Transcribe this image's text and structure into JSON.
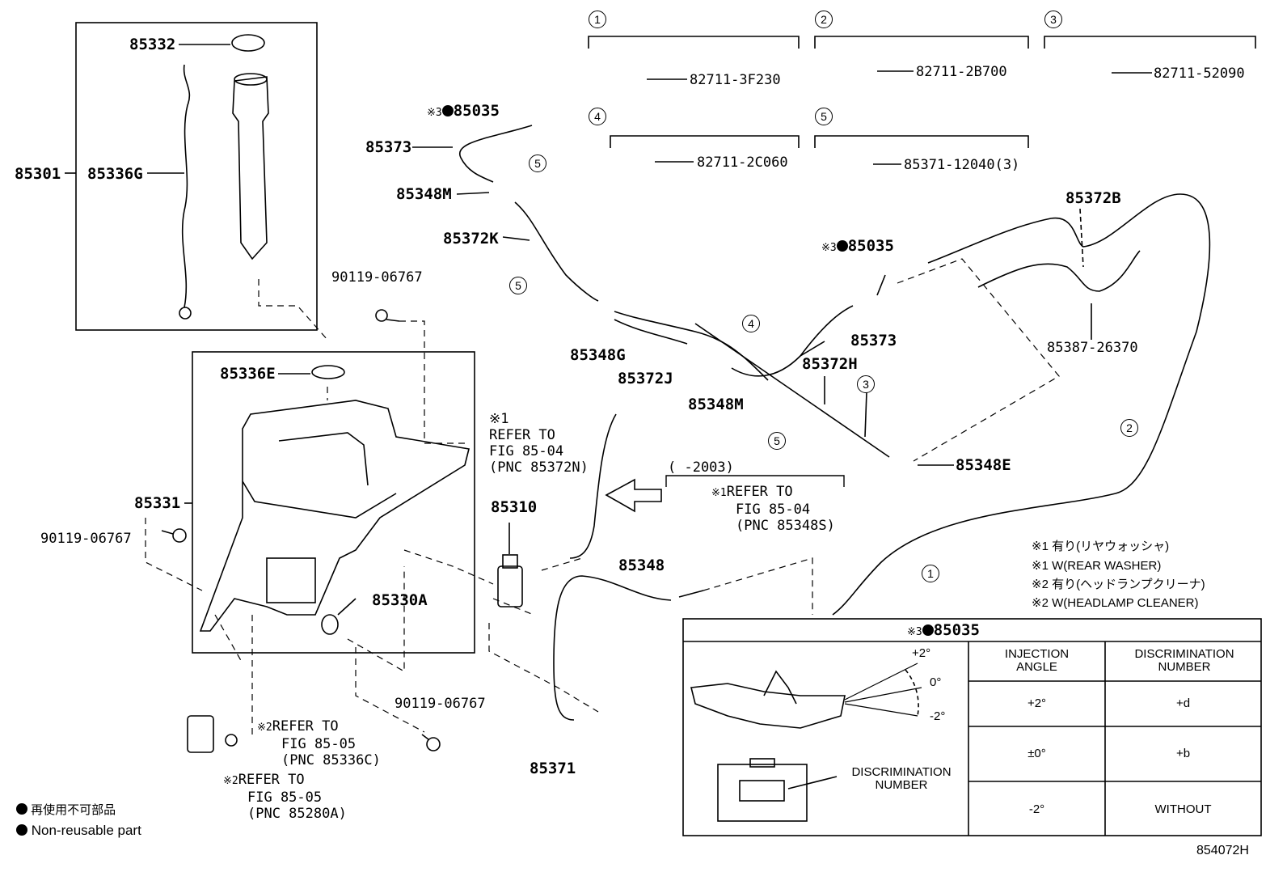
{
  "clips": [
    {
      "num": "1",
      "part": "82711-3F230"
    },
    {
      "num": "2",
      "part": "82711-2B700"
    },
    {
      "num": "3",
      "part": "82711-52090"
    },
    {
      "num": "4",
      "part": "82711-2C060"
    },
    {
      "num": "5",
      "part": "85371-12040(3)"
    }
  ],
  "labels": {
    "p85332": "85332",
    "p85301": "85301",
    "p85336g": "85336G",
    "p85336e": "85336E",
    "p85331": "85331",
    "p90119_a": "90119-06767",
    "p90119_b": "90119-06767",
    "p90119_c": "90119-06767",
    "p85330a": "85330A",
    "p85035_a": "85035",
    "p85035_b": "85035",
    "p85373_a": "85373",
    "p85373_b": "85373",
    "p85348m_a": "85348M",
    "p85348m_b": "85348M",
    "p85372k": "85372K",
    "p85348g": "85348G",
    "p85372j": "85372J",
    "p85372h": "85372H",
    "p85348e": "85348E",
    "p85372b": "85372B",
    "p85387": "85387-26370",
    "p85310": "85310",
    "p85348": "85348",
    "p85371": "85371",
    "mark3": "※3",
    "mark1": "※1",
    "mark2": "※2"
  },
  "refs": {
    "ref_rear_washer": [
      "REFER TO",
      "FIG 85-04",
      "(PNC 85372N)"
    ],
    "ref_2003_range": "(      -2003)",
    "ref_85348s": [
      "REFER TO",
      "FIG 85-04",
      "(PNC 85348S)"
    ],
    "ref_85336c": [
      "REFER TO",
      "FIG 85-05",
      "(PNC 85336C)"
    ],
    "ref_85280a": [
      "REFER TO",
      "FIG 85-05",
      "(PNC 85280A)"
    ]
  },
  "notes": [
    "※1 有り(リヤウォッシャ)",
    "※1 W(REAR WASHER)",
    "※2 有り(ヘッドランプクリーナ)",
    "※2 W(HEADLAMP CLEANER)"
  ],
  "legend": {
    "jp": "再使用不可部品",
    "en": "Non-reusable part"
  },
  "table": {
    "title_mark": "※3",
    "title_part": "85035",
    "col_injection": "INJECTION ANGLE",
    "col_discrimination": "DISCRIMINATION NUMBER",
    "rows": [
      {
        "angle": "+2°",
        "number": "+d"
      },
      {
        "angle": "±0°",
        "number": "+b"
      },
      {
        "angle": "-2°",
        "number": "WITHOUT"
      }
    ],
    "angle_plus": "+2°",
    "angle_zero": "0°",
    "angle_minus": "-2°",
    "disc_label": "DISCRIMINATION NUMBER"
  },
  "figure_id": "854072H"
}
